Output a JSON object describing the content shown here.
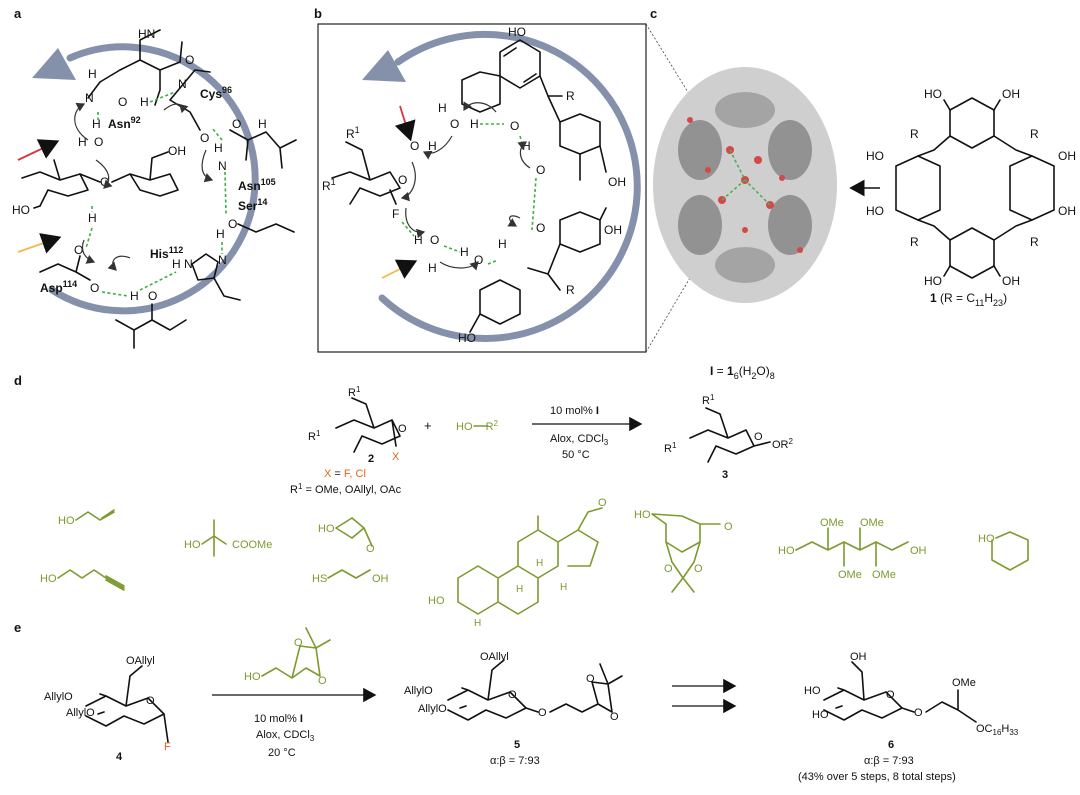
{
  "panel_a": {
    "label": "a",
    "asn92": "Asn",
    "asn92_sup": "92",
    "cys96": "Cys",
    "cys96_sup": "96",
    "asn105": "Asn",
    "asn105_sup": "105",
    "ser14": "Ser",
    "ser14_sup": "14",
    "his112": "His",
    "his112_sup": "112",
    "asp114": "Asp",
    "asp114_sup": "114",
    "atoms": {
      "N": "N",
      "H": "H",
      "O": "O",
      "HN": "HN",
      "OH": "OH",
      "HO": "HO",
      "NH": "N"
    }
  },
  "panel_b": {
    "label": "b",
    "R": "R",
    "R1": "R",
    "R1_sup": "1",
    "F": "F",
    "HO": "HO",
    "OH": "OH",
    "H": "H",
    "O": "O"
  },
  "panel_c": {
    "label": "c",
    "caption_main": "I",
    "caption_eq": " = ",
    "caption_1": "1",
    "caption_sub6": "6",
    "caption_h2o": "(H",
    "caption_sub2": "2",
    "caption_o": "O)",
    "caption_sub8": "8"
  },
  "compound1": {
    "label": "1",
    "R_def": " (R = C",
    "R_sub1": "11",
    "R_h": "H",
    "R_sub2": "23",
    "R_end": ")",
    "R": "R",
    "HO": "HO",
    "OH": "OH"
  },
  "panel_d": {
    "label": "d",
    "plus": "+",
    "nucleophile": "HO",
    "nucleophile_r": "R",
    "nucleophile_sup": "2",
    "catalyst": "10 mol% ",
    "catalyst_bold": "I",
    "cond1": "Alox, CDCl",
    "cond1_sub": "3",
    "cond2": "50 °C",
    "cmpd2": "2",
    "cmpd3": "3",
    "x_def_x": "X",
    "x_def_eq": " = ",
    "x_def_val": "F, Cl",
    "r1_def": " = OMe, OAllyl, OAc",
    "R1": "R",
    "R1_sup": "1",
    "X": "X",
    "OR2": "OR",
    "OR2_sup": "2"
  },
  "nucleophiles": {
    "HO": "HO",
    "OH": "OH",
    "HS": "HS",
    "O": "O",
    "OMe": "OMe",
    "COOMe": "COOMe",
    "H": "H"
  },
  "panel_e": {
    "label": "e",
    "cmpd4": "4",
    "cmpd5": "5",
    "cmpd6": "6",
    "catalyst": "10 mol% ",
    "catalyst_bold": "I",
    "cond1": "Alox, CDCl",
    "cond1_sub": "3",
    "cond2": "20 °C",
    "ratio5": "α:β = 7:93",
    "ratio6": "α:β = 7:93",
    "yield6": "(43% over 5 steps, 8 total steps)",
    "OAllyl": "OAllyl",
    "AllylO": "AllylO",
    "F": "F",
    "O": "O",
    "OH": "OH",
    "HO": "HO",
    "OMe": "OMe",
    "OC16": "OC",
    "OC16_sub": "16",
    "OC16_h": "H",
    "OC16_sub2": "33"
  },
  "colors": {
    "ring": "#8591ab",
    "hbond": "#3cad49",
    "green": "#7d9a2e",
    "orange": "#e5641c",
    "red_arrow": "#d9333f",
    "yellow_arrow": "#f2b84b"
  }
}
